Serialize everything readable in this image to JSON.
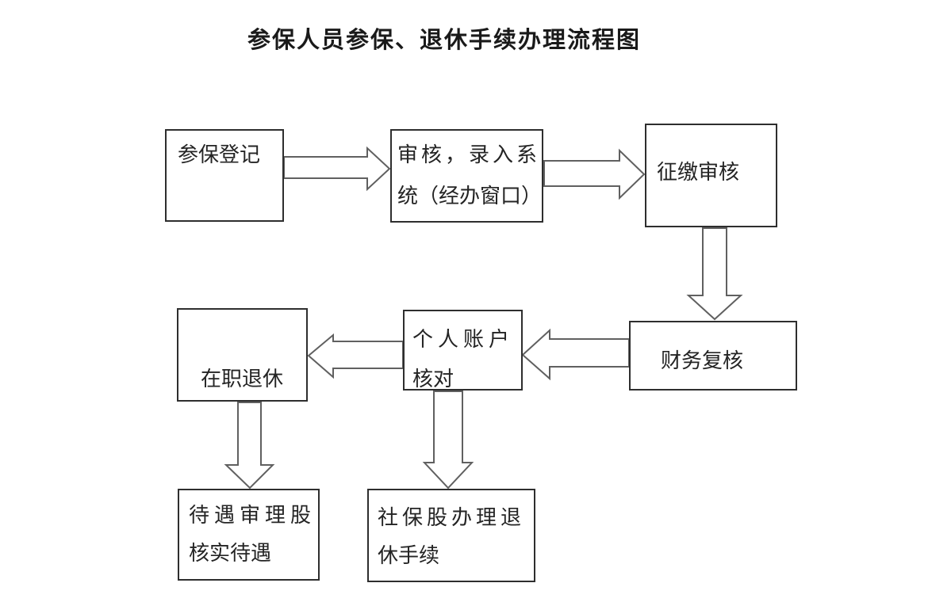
{
  "title": "参保人员参保、退休手续办理流程图",
  "nodes": {
    "enroll_register": {
      "text": "参保登记",
      "lines": [
        "参保登记"
      ]
    },
    "review_entry": {
      "text": "审核，录入系统（经办窗口）",
      "lines": [
        "审核，录入系",
        "统（经办窗口）"
      ]
    },
    "collection_review": {
      "text": "征缴审核",
      "lines": [
        "征缴审核"
      ]
    },
    "finance_recheck": {
      "text": "财务复核",
      "lines": [
        "财务复核"
      ]
    },
    "personal_account_check": {
      "text": "个人账户核对",
      "lines": [
        "个人账户",
        "核对"
      ]
    },
    "inservice_retirement": {
      "text": "在职退休",
      "lines": [
        "在职退休"
      ]
    },
    "benefit_review_section": {
      "text": "待遇审理股核实待遇",
      "lines": [
        "待遇审理股",
        "核实待遇"
      ]
    },
    "social_security_section": {
      "text": "社保股办理退休手续",
      "lines": [
        "社保股办理退",
        "休手续"
      ]
    }
  },
  "edges": [
    {
      "from": "参保登记",
      "to": "审核，录入系统（经办窗口）",
      "direction": "right"
    },
    {
      "from": "审核，录入系统（经办窗口）",
      "to": "征缴审核",
      "direction": "right"
    },
    {
      "from": "征缴审核",
      "to": "财务复核",
      "direction": "down"
    },
    {
      "from": "财务复核",
      "to": "个人账户核对",
      "direction": "left"
    },
    {
      "from": "个人账户核对",
      "to": "在职退休",
      "direction": "left"
    },
    {
      "from": "在职退休",
      "to": "待遇审理股核实待遇",
      "direction": "down"
    },
    {
      "from": "个人账户核对",
      "to": "社保股办理退休手续",
      "direction": "down"
    }
  ],
  "colors": {
    "background": "#ffffff",
    "box_border": "#2e2e2e",
    "arrow_stroke": "#606060",
    "text": "#202020"
  }
}
